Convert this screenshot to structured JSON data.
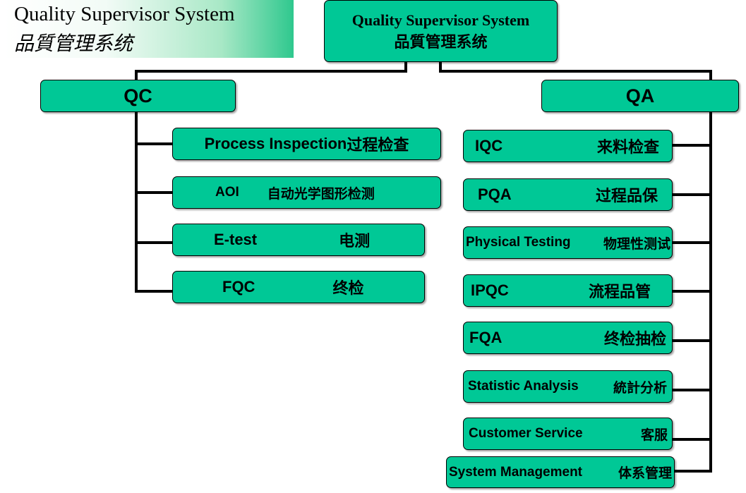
{
  "banner": {
    "title": "Quality Supervisor System",
    "subtitle": "品質管理系统"
  },
  "root": {
    "en": "Quality Supervisor System",
    "cn": "品質管理系统"
  },
  "qc": {
    "label": "QC",
    "children": [
      {
        "en": "Process Inspection",
        "cn": "过程检查"
      },
      {
        "en": "AOI",
        "cn": "自动光学图形检测"
      },
      {
        "en": "E-test",
        "cn": "电测"
      },
      {
        "en": "FQC",
        "cn": "终检"
      }
    ]
  },
  "qa": {
    "label": "QA",
    "children": [
      {
        "en": "IQC",
        "cn": "来料检查"
      },
      {
        "en": "PQA",
        "cn": "过程品保"
      },
      {
        "en": "Physical Testing",
        "cn": "物理性测试"
      },
      {
        "en": "IPQC",
        "cn": "流程品管"
      },
      {
        "en": "FQA",
        "cn": "终检抽检"
      },
      {
        "en": "Statistic Analysis",
        "cn": "統計分析"
      },
      {
        "en": "Customer Service",
        "cn": "客服"
      },
      {
        "en": "System Management",
        "cn": "体系管理"
      }
    ]
  },
  "colors": {
    "node_fill": "#00c896",
    "connector": "#000000",
    "banner_gradient_end": "#2fc88e"
  }
}
